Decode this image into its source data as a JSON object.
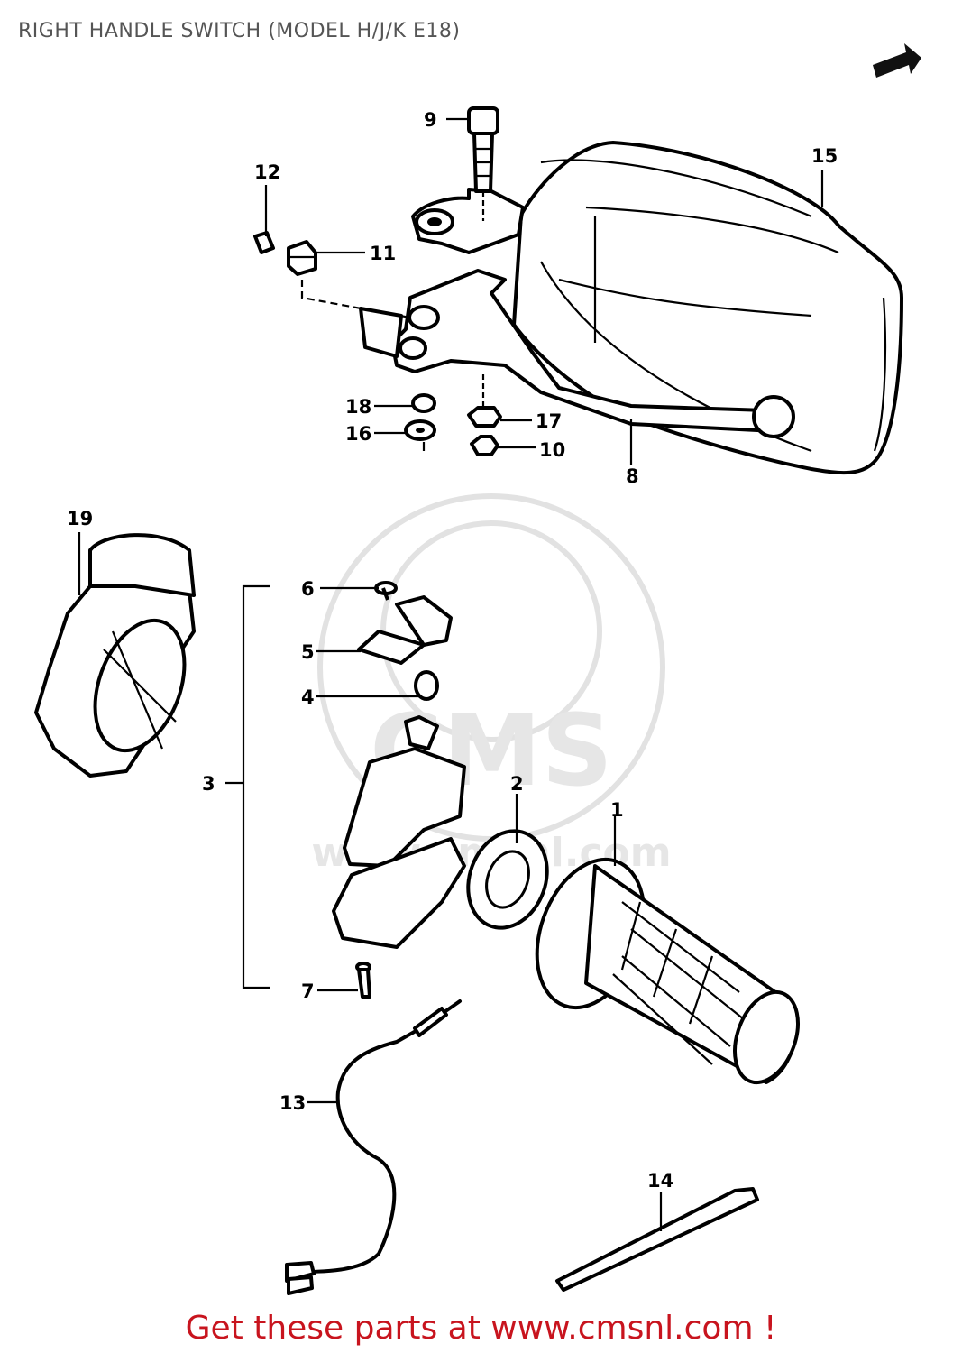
{
  "title": "RIGHT HANDLE SWITCH (MODEL H/J/K E18)",
  "footer": "Get these parts at www.cmsnl.com !",
  "watermark": "CMS",
  "watermark_url": "www.cmsnl.com",
  "callouts": {
    "c1": "1",
    "c2": "2",
    "c3": "3",
    "c4": "4",
    "c5": "5",
    "c6": "6",
    "c7": "7",
    "c8": "8",
    "c9": "9",
    "c10": "10",
    "c11": "11",
    "c12": "12",
    "c13": "13",
    "c14": "14",
    "c15": "15",
    "c16": "16",
    "c17": "17",
    "c18": "18",
    "c19": "19"
  },
  "colors": {
    "footer": "#c8141e",
    "title": "#555555",
    "line": "#000000"
  }
}
